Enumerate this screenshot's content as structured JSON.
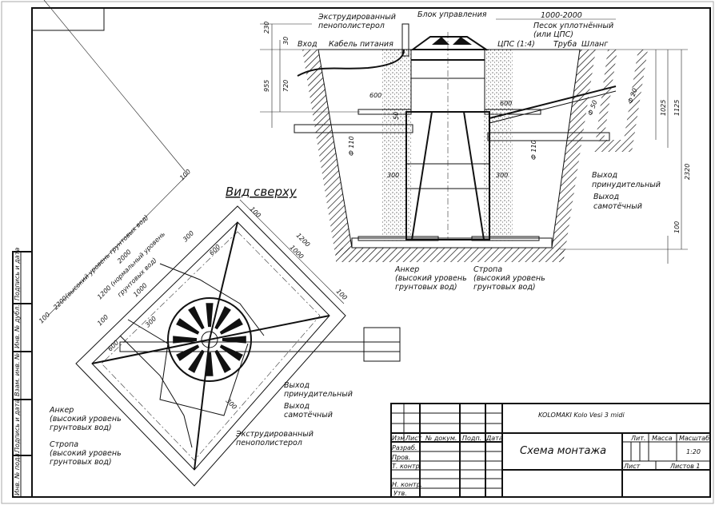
{
  "drawing_title": "Схема монтажа",
  "section": {
    "foam_label": [
      "Экструдированный",
      "пенополистерол"
    ],
    "control_unit": "Блок управления",
    "distance": "1000-2000",
    "sand_label": [
      "Песок уплотнённый",
      "(или ЦПС)"
    ],
    "cps": "ЦПС (1:4)",
    "pipe": "Труба",
    "hose": "Шланг",
    "entry": "Вход",
    "power_cable": "Кабель питания",
    "dims": {
      "d230": "230",
      "d30": "30",
      "d955": "955",
      "d720": "720",
      "d600a": "600",
      "d600b": "600",
      "d50a": "50",
      "d110a": "Ф 110",
      "d110b": "Ф 110",
      "d300a": "300",
      "d300b": "300",
      "d1025": "1025",
      "d1125": "1125",
      "d2320": "2320",
      "d100": "100",
      "d50b": "Ф 50",
      "d20": "Ф 20"
    },
    "forced_outlet": [
      "Выход",
      "принудительный"
    ],
    "gravity_outlet": [
      "Выход",
      "самотёчный"
    ],
    "anchor": [
      "Анкер",
      "(высокий уровень",
      "грунтовых вод)"
    ],
    "sling": [
      "Стропа",
      "(высокий уровень",
      "грунтовых вод)"
    ]
  },
  "top_view": {
    "title": "Вид сверху",
    "dims": {
      "high": "2200(высокий уровень грунтовых вод)",
      "d2000": "2000",
      "normal": "1200 (нормальный уровень",
      "normal2": "грунтовых вод)",
      "d1000a": "1000",
      "d100a": "100",
      "d100b": "100",
      "d100c": "100",
      "d1200": "1200",
      "d1000b": "1000",
      "d100d": "100",
      "d100e": "100",
      "d600a": "600",
      "d600b": "600",
      "d300a": "300",
      "d300b": "300",
      "d300c": "300"
    },
    "forced_outlet": [
      "Выход",
      "принудительный"
    ],
    "gravity_outlet": [
      "Выход",
      "самотёчный"
    ],
    "foam_label": [
      "Экструдированный",
      "пенополистерол"
    ],
    "anchor": [
      "Анкер",
      "(высокий уровень",
      "грунтовых вод)"
    ],
    "sling": [
      "Стропа",
      "(высокий уровень",
      "грунтовых вод)"
    ]
  },
  "side_strip": [
    "Подпись и дата",
    "Инв. № дубл.",
    "Взам. инв. №",
    "Подпись и дата",
    "Инв. № подл."
  ],
  "title_block": {
    "product": "KOLOMAKI Kolo Vesi 3 midi",
    "headers": [
      "Изм.",
      "Лист",
      "№ докум.",
      "Подп.",
      "Дата"
    ],
    "roles": [
      "Разраб.",
      "Пров.",
      "Т. контр.",
      "",
      "Н. контр.",
      "Утв."
    ],
    "lit": "Лит.",
    "mass": "Масса",
    "scale_label": "Масштаб",
    "scale": "1:20",
    "sheet": "Лист",
    "sheets": "Листов 1"
  }
}
